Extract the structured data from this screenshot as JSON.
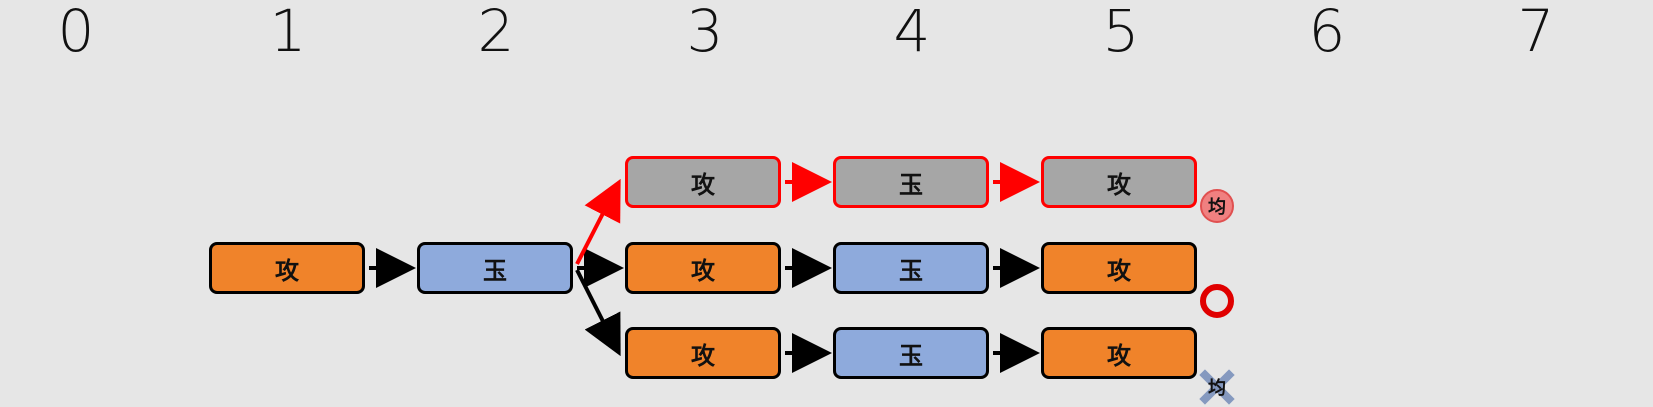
{
  "columns": [
    "0",
    "1",
    "2",
    "3",
    "4",
    "5",
    "6",
    "7"
  ],
  "nodes": {
    "n1": {
      "label": "攻",
      "color": "#f0832a"
    },
    "n2": {
      "label": "玉",
      "color": "#8eaadc"
    },
    "top1": {
      "label": "攻",
      "color": "#a6a6a6"
    },
    "top2": {
      "label": "玉",
      "color": "#a6a6a6"
    },
    "top3": {
      "label": "攻",
      "color": "#a6a6a6"
    },
    "mid1": {
      "label": "攻",
      "color": "#f0832a"
    },
    "mid2": {
      "label": "玉",
      "color": "#8eaadc"
    },
    "mid3": {
      "label": "攻",
      "color": "#f0832a"
    },
    "bot1": {
      "label": "攻",
      "color": "#f0832a"
    },
    "bot2": {
      "label": "玉",
      "color": "#8eaadc"
    },
    "bot3": {
      "label": "攻",
      "color": "#f0832a"
    }
  },
  "markers": {
    "top": {
      "label": "均",
      "type": "draw-circle"
    },
    "middle": {
      "type": "win-circle"
    },
    "bottom": {
      "label": "均",
      "type": "lose-cross"
    }
  },
  "colors": {
    "highlight": "#ff0000",
    "edge": "#000000"
  }
}
